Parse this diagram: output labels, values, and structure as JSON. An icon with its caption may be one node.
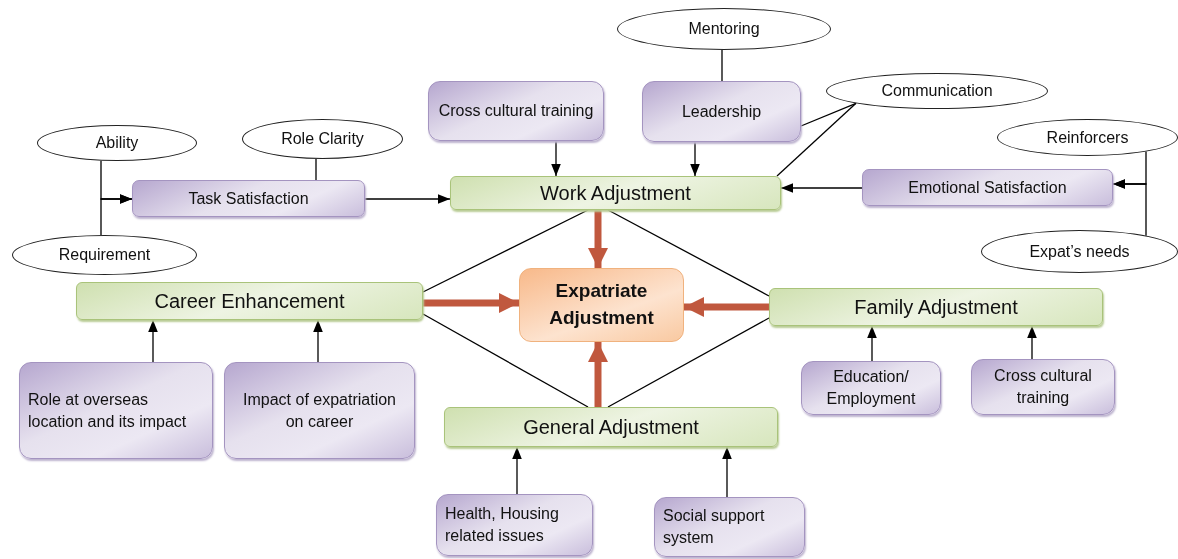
{
  "diagram": {
    "nodes": [
      {
        "text": [
          "Mentoring"
        ]
      },
      {
        "text": [
          "Cross cultural training"
        ]
      },
      {
        "text": [
          "Leadership"
        ]
      },
      {
        "text": [
          "Communication"
        ]
      },
      {
        "text": [
          "Ability"
        ]
      },
      {
        "text": [
          "Role Clarity"
        ]
      },
      {
        "text": [
          "Reinforcers"
        ]
      },
      {
        "text": [
          "Task Satisfaction"
        ]
      },
      {
        "text": [
          "Work Adjustment"
        ]
      },
      {
        "text": [
          "Emotional Satisfaction"
        ]
      },
      {
        "text": [
          "Requirement"
        ]
      },
      {
        "text": [
          "Expat’s needs"
        ]
      },
      {
        "text": [
          "Career Enhancement"
        ]
      },
      {
        "text": [
          "Expatriate Adjustment"
        ]
      },
      {
        "text": [
          "Family Adjustment"
        ]
      },
      {
        "text": [
          "Role at overseas location and its impact"
        ]
      },
      {
        "text": [
          "Impact of expatriation on career"
        ]
      },
      {
        "text": [
          "Education/ Employment"
        ]
      },
      {
        "text": [
          "Cross cultural training"
        ]
      },
      {
        "text": [
          "General Adjustment"
        ]
      },
      {
        "text": [
          "Health, Housing related issues"
        ]
      },
      {
        "text": [
          "Social support system"
        ]
      }
    ],
    "edges": [
      {
        "from": 0,
        "to": 2,
        "arrow": "none"
      },
      {
        "from": 2,
        "to": 3,
        "arrow": "none"
      },
      {
        "from": 3,
        "to": 8,
        "arrow": "none"
      },
      {
        "from": 1,
        "to": 8,
        "arrow": "to"
      },
      {
        "from": 2,
        "to": 8,
        "arrow": "to"
      },
      {
        "from": 4,
        "to": 7,
        "arrow": "to"
      },
      {
        "from": 10,
        "to": 7,
        "arrow": "to"
      },
      {
        "from": 5,
        "to": 7,
        "arrow": "none"
      },
      {
        "from": 7,
        "to": 8,
        "arrow": "to"
      },
      {
        "from": 9,
        "to": 8,
        "arrow": "to"
      },
      {
        "from": 6,
        "to": 9,
        "arrow": "to"
      },
      {
        "from": 11,
        "to": 9,
        "arrow": "to"
      },
      {
        "from": 8,
        "to": 13,
        "arrow": "to",
        "style": "thick",
        "color": "#c0583e"
      },
      {
        "from": 12,
        "to": 13,
        "arrow": "to",
        "style": "thick",
        "color": "#c0583e"
      },
      {
        "from": 14,
        "to": 13,
        "arrow": "to",
        "style": "thick",
        "color": "#c0583e"
      },
      {
        "from": 19,
        "to": 13,
        "arrow": "to",
        "style": "thick",
        "color": "#c0583e"
      },
      {
        "from": 8,
        "to": 12,
        "arrow": "none"
      },
      {
        "from": 8,
        "to": 14,
        "arrow": "none"
      },
      {
        "from": 12,
        "to": 19,
        "arrow": "none"
      },
      {
        "from": 14,
        "to": 19,
        "arrow": "none"
      },
      {
        "from": 15,
        "to": 12,
        "arrow": "to"
      },
      {
        "from": 16,
        "to": 12,
        "arrow": "to"
      },
      {
        "from": 17,
        "to": 14,
        "arrow": "to"
      },
      {
        "from": 18,
        "to": 14,
        "arrow": "to"
      },
      {
        "from": 20,
        "to": 19,
        "arrow": "to"
      },
      {
        "from": 21,
        "to": 19,
        "arrow": "to"
      }
    ]
  }
}
